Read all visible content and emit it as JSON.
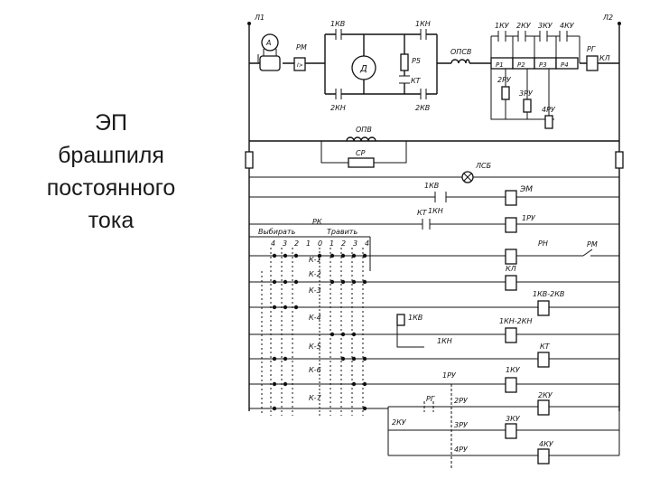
{
  "slide": {
    "title_lines": [
      "ЭП",
      "брашпиля",
      "постоянного",
      "тока"
    ]
  },
  "schematic": {
    "supply": {
      "left": "Л1",
      "right": "Л2"
    },
    "power_circuit": {
      "ammeter": "А",
      "overcurrent_relay": "РМ",
      "relay_symbol": "I>",
      "motor": "Д",
      "contacts_top": [
        "1КВ",
        "1КН"
      ],
      "contacts_bottom": [
        "2КН",
        "2КВ"
      ],
      "shunt_resistor": "Р5",
      "brake_contact": "КТ",
      "series_field": "ОПСВ",
      "accel_contacts": [
        "1КУ",
        "2КУ",
        "3КУ",
        "4КУ"
      ],
      "resistor_sections": [
        "Р1",
        "Р2",
        "Р3",
        "Р4"
      ],
      "voltage_relay_contacts": [
        "2РУ",
        "3РУ",
        "4РУ"
      ],
      "protection": [
        "РГ",
        "КЛ"
      ]
    },
    "field_circuit": {
      "shunt_field": "ОПВ",
      "discharge_resistor": "СР"
    },
    "control_circuit": {
      "lamp": "ЛСБ",
      "brake_magnet": "ЭМ",
      "hoist_side": "Выбирать",
      "lower_side": "Травить",
      "controller": "РК",
      "positions_hoist": [
        "4",
        "3",
        "2",
        "1"
      ],
      "neutral": "0",
      "positions_lower": [
        "1",
        "2",
        "3",
        "4"
      ],
      "controller_contacts": [
        "К-1",
        "К-2",
        "К-3",
        "К-4",
        "К-5",
        "К-6",
        "К-7"
      ],
      "coils": [
        "ЭМ",
        "1РУ",
        "РН",
        "КЛ",
        "1КВ-2КВ",
        "1КН-2КН",
        "КТ",
        "1КУ",
        "2КУ",
        "3КУ",
        "4КУ"
      ],
      "contacts": [
        "1КВ",
        "1КН",
        "КТ",
        "РМ",
        "1РУ",
        "2РУ",
        "3РУ",
        "4РУ",
        "РГ",
        "2КУ"
      ]
    }
  }
}
